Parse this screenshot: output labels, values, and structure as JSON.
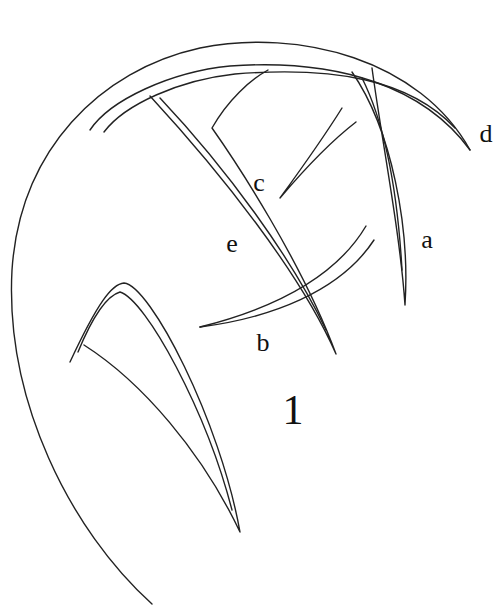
{
  "diagram": {
    "labels": [
      "d",
      "c",
      "a",
      "e",
      "b",
      "1"
    ]
  }
}
